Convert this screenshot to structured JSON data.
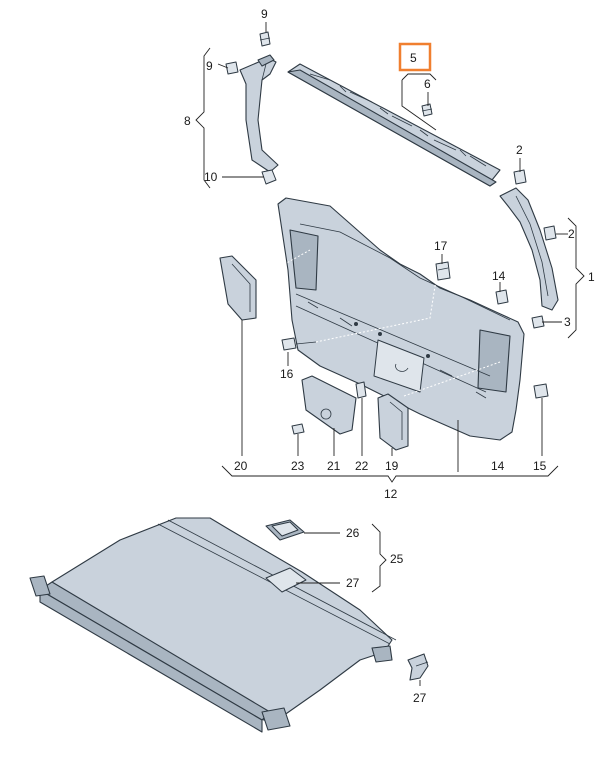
{
  "labels": [
    {
      "key": "p9a",
      "text": "9"
    },
    {
      "key": "p9b",
      "text": "9"
    },
    {
      "key": "p8",
      "text": "8"
    },
    {
      "key": "p10",
      "text": "10"
    },
    {
      "key": "p5",
      "text": "5"
    },
    {
      "key": "p6",
      "text": "6"
    },
    {
      "key": "p2a",
      "text": "2"
    },
    {
      "key": "p2b",
      "text": "2"
    },
    {
      "key": "p1",
      "text": "1"
    },
    {
      "key": "p3",
      "text": "3"
    },
    {
      "key": "p17",
      "text": "17"
    },
    {
      "key": "p14a",
      "text": "14"
    },
    {
      "key": "p16",
      "text": "16"
    },
    {
      "key": "p20",
      "text": "20"
    },
    {
      "key": "p23",
      "text": "23"
    },
    {
      "key": "p21",
      "text": "21"
    },
    {
      "key": "p22",
      "text": "22"
    },
    {
      "key": "p19",
      "text": "19"
    },
    {
      "key": "p14b",
      "text": "14"
    },
    {
      "key": "p15",
      "text": "15"
    },
    {
      "key": "p12",
      "text": "12"
    },
    {
      "key": "p26",
      "text": "26"
    },
    {
      "key": "p25",
      "text": "25"
    },
    {
      "key": "p27a",
      "text": "27"
    },
    {
      "key": "p27b",
      "text": "27"
    }
  ],
  "highlight": {
    "label_key": "p5",
    "color": "#f07f2f"
  },
  "colors": {
    "part_fill": "#c9d2dc",
    "outline": "#2f3a44"
  }
}
